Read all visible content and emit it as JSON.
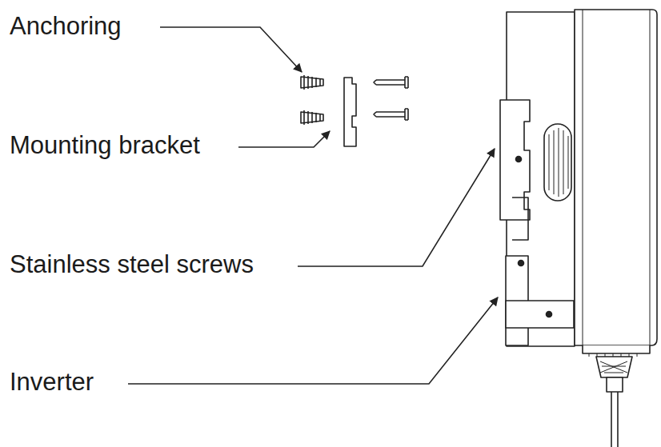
{
  "diagram": {
    "labels": [
      "Anchoring",
      "Mounting bracket",
      "Stainless steel screws",
      "Inverter"
    ]
  }
}
